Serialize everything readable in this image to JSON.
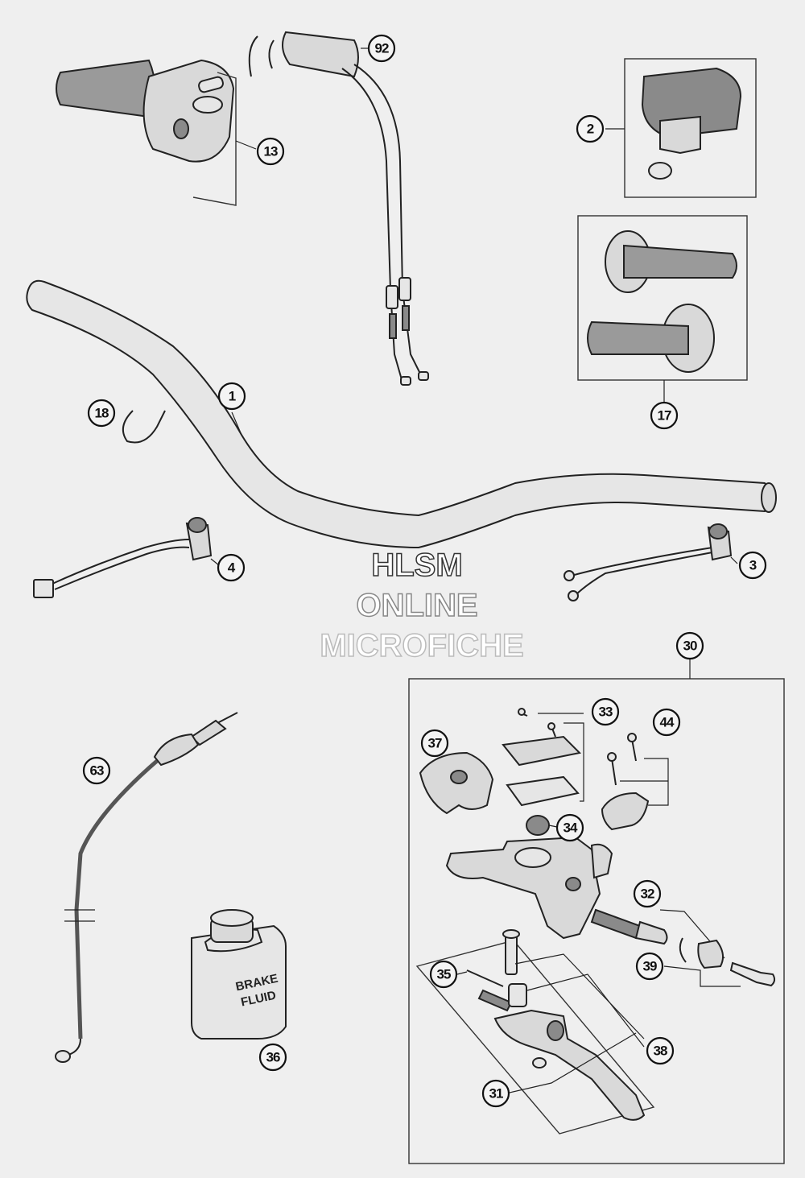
{
  "watermark": {
    "line1": "HLSM",
    "line2": "ONLINE",
    "line3": "MICROFICHE"
  },
  "brake_fluid_label": {
    "line1": "BRAKE",
    "line2": "FLUID"
  },
  "callouts": {
    "c1": "1",
    "c2": "2",
    "c3": "3",
    "c4": "4",
    "c13": "13",
    "c17": "17",
    "c18": "18",
    "c30": "30",
    "c31": "31",
    "c32": "32",
    "c33": "33",
    "c34": "34",
    "c35": "35",
    "c36": "36",
    "c37": "37",
    "c38": "38",
    "c39": "39",
    "c44": "44",
    "c63": "63",
    "c92": "92"
  }
}
